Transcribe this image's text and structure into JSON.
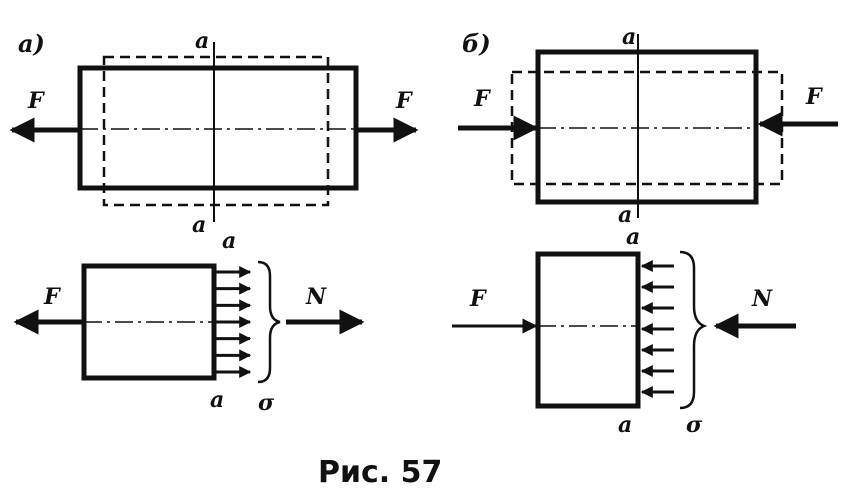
{
  "figure": {
    "caption": "Рис. 57",
    "ink_color": "#111111",
    "background_color": "#ffffff"
  },
  "panel_a": {
    "tag": "а)",
    "force_left": "F",
    "force_right": "F",
    "section_top": "a",
    "section_bottom": "a",
    "lower": {
      "force": "F",
      "resultant": "N",
      "section_top": "a",
      "section_bottom": "a",
      "stress": "σ",
      "arrow_count": 7
    }
  },
  "panel_b": {
    "tag": "б)",
    "force_left": "F",
    "force_right": "F",
    "section_top": "a",
    "section_bottom": "a",
    "lower": {
      "force": "F",
      "resultant": "N",
      "section_top": "a",
      "section_bottom": "a",
      "stress": "σ",
      "arrow_count": 7
    }
  }
}
